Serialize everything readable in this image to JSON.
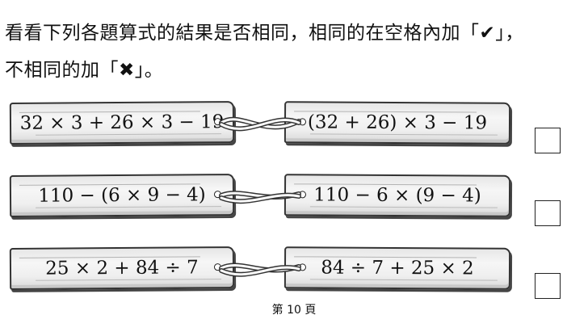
{
  "instruction": {
    "line1": "看看下列各題算式的結果是否相同，相同的在空格內加「✔」，",
    "line2": "不相同的加「✖」。"
  },
  "questions": [
    {
      "left": "32 × 3 + 26 × 3 − 19",
      "right": "(32 + 26) × 3 − 19",
      "answer": ""
    },
    {
      "left": "110 − (6 × 9 − 4)",
      "right": "110 − 6 × (9 − 4)",
      "answer": ""
    },
    {
      "left": "25 × 2 + 84 ÷ 7",
      "right": "84 ÷ 7 + 25 × 2",
      "answer": ""
    }
  ],
  "footer": "第 10 頁"
}
